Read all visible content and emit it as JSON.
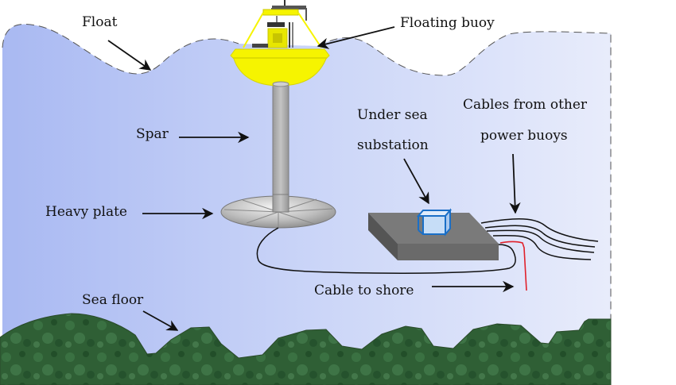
{
  "diagram": {
    "title": "Floating power buoy system",
    "labels": {
      "float": "Float",
      "floating_buoy": "Floating buoy",
      "spar": "Spar",
      "heavy_plate": "Heavy plate",
      "under_sea_substation_line1": "Under sea",
      "under_sea_substation_line2": "substation",
      "cables_other_line1": "Cables from other",
      "cables_other_line2": "power buoys",
      "cable_to_shore": "Cable to shore",
      "sea_floor": "Sea floor"
    },
    "colors": {
      "water_left": "#a9b9f2",
      "water_right": "#e6ebfb",
      "buoy_yellow": "#f6f400",
      "spar_gray": "#a8a8a8",
      "plate_gray": "#b9b9b9",
      "substation_gray": "#6f6f6f",
      "module_blue": "#1a6fc7",
      "module_fill": "#c6ddf7",
      "seafloor_green": "#2f5f35",
      "shore_cable_red": "#e0202a",
      "arrow": "#111111"
    }
  }
}
